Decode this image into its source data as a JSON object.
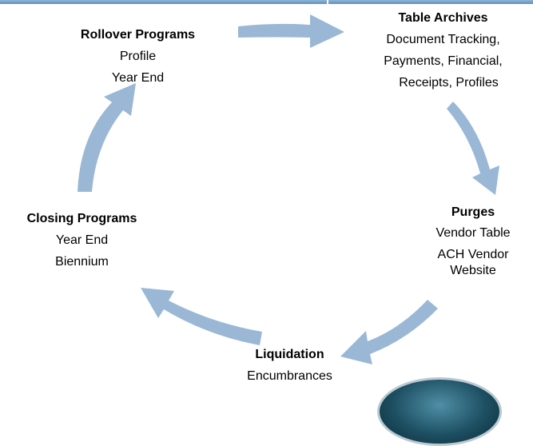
{
  "diagram": {
    "arrow_color": "#9ab8d6",
    "nodes": {
      "rollover": {
        "title": "Rollover Programs",
        "lines": [
          "Profile",
          "Year End"
        ]
      },
      "table_archives": {
        "title": "Table Archives",
        "lines": [
          "Document Tracking,",
          "Payments, Financial,",
          "Receipts, Profiles"
        ]
      },
      "purges": {
        "title": "Purges",
        "lines": [
          "Vendor Table",
          "ACH Vendor",
          "Website"
        ]
      },
      "liquidation": {
        "title": "Liquidation",
        "lines": [
          "Encumbrances"
        ]
      },
      "closing": {
        "title": "Closing Programs",
        "lines": [
          "Year End",
          "Biennium"
        ]
      }
    }
  }
}
